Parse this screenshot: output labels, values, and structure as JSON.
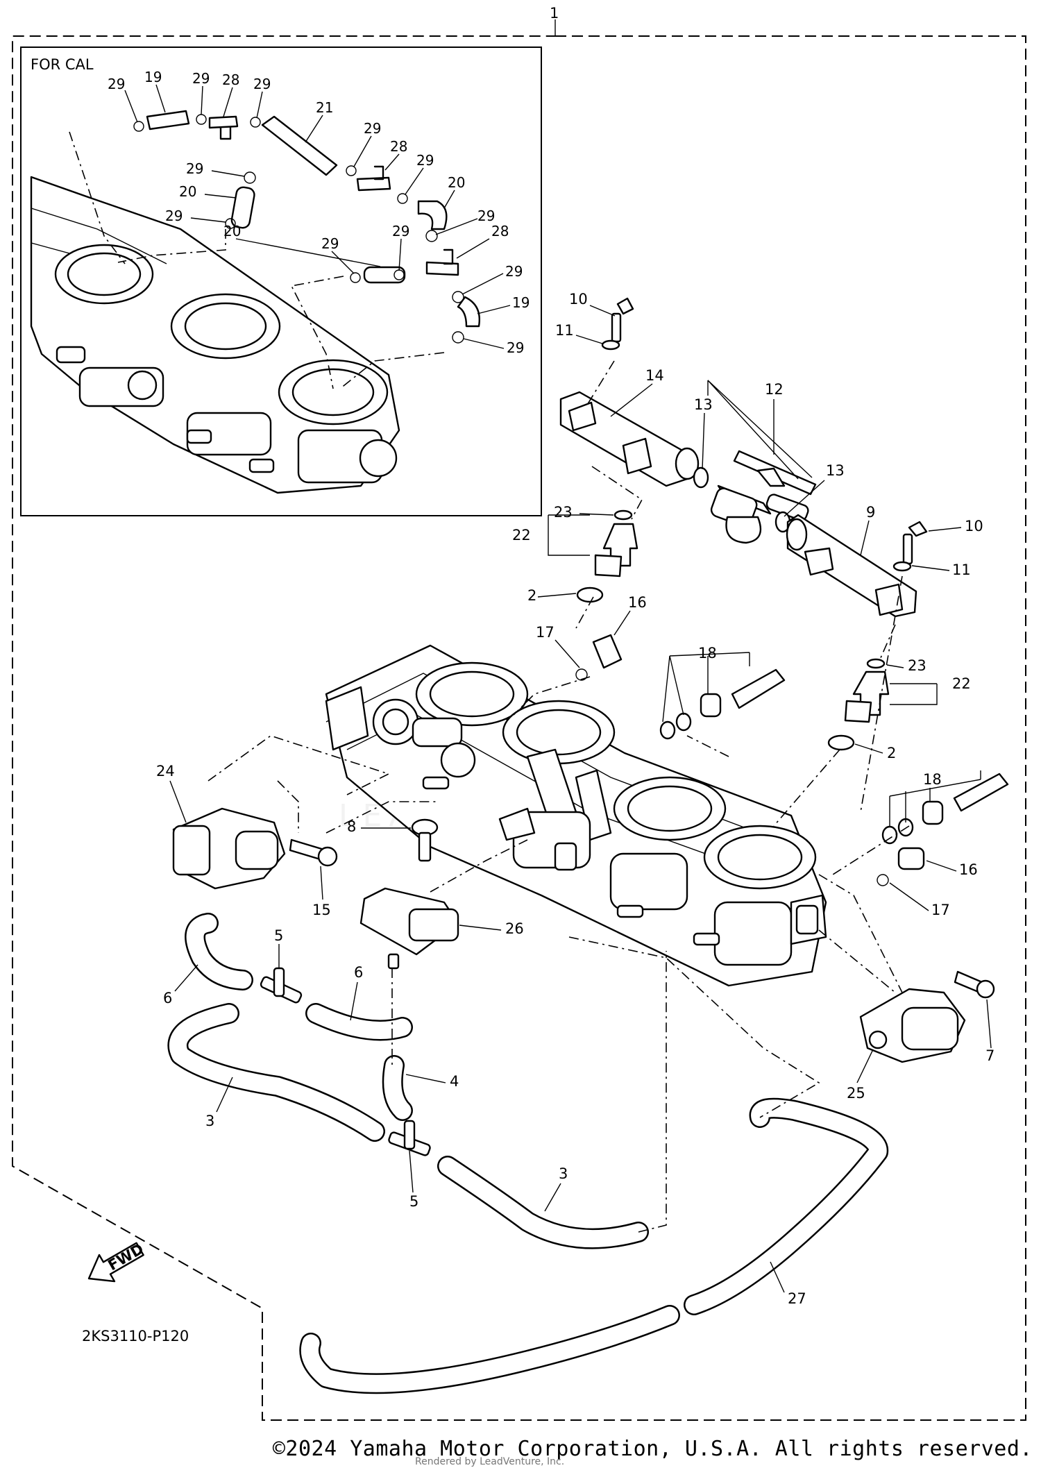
{
  "diagram": {
    "assembly_number": "1",
    "inset_title": "FOR CAL",
    "drawing_code": "2KS3110-P120",
    "fwd_label": "FWD",
    "watermark": "LEADVENTURE",
    "copyright": "©2024 Yamaha Motor Corporation, U.S.A. All rights reserved.",
    "render_note": "Rendered by LeadVenture, Inc.",
    "callouts": {
      "inset_19a": "19",
      "inset_19b": "19",
      "inset_20a": "20",
      "inset_20b": "20",
      "inset_20c": "20",
      "inset_21": "21",
      "inset_28a": "28",
      "inset_28b": "28",
      "inset_28c": "28",
      "inset_29a": "29",
      "inset_29b": "29",
      "inset_29c": "29",
      "inset_29d": "29",
      "inset_29e": "29",
      "inset_29f": "29",
      "inset_29g": "29",
      "inset_29h": "29",
      "inset_29i": "29",
      "inset_29j": "29",
      "inset_29k": "29",
      "inset_29l": "29",
      "p2a": "2",
      "p2b": "2",
      "p3a": "3",
      "p3b": "3",
      "p4": "4",
      "p5a": "5",
      "p5b": "5",
      "p6a": "6",
      "p6b": "6",
      "p7": "7",
      "p8": "8",
      "p9": "9",
      "p10a": "10",
      "p10b": "10",
      "p11a": "11",
      "p11b": "11",
      "p12": "12",
      "p13a": "13",
      "p13b": "13",
      "p14": "14",
      "p15": "15",
      "p16a": "16",
      "p16b": "16",
      "p17a": "17",
      "p17b": "17",
      "p18a": "18",
      "p18b": "18",
      "p22a": "22",
      "p22b": "22",
      "p23a": "23",
      "p23b": "23",
      "p24": "24",
      "p25": "25",
      "p26": "26",
      "p27": "27"
    }
  }
}
